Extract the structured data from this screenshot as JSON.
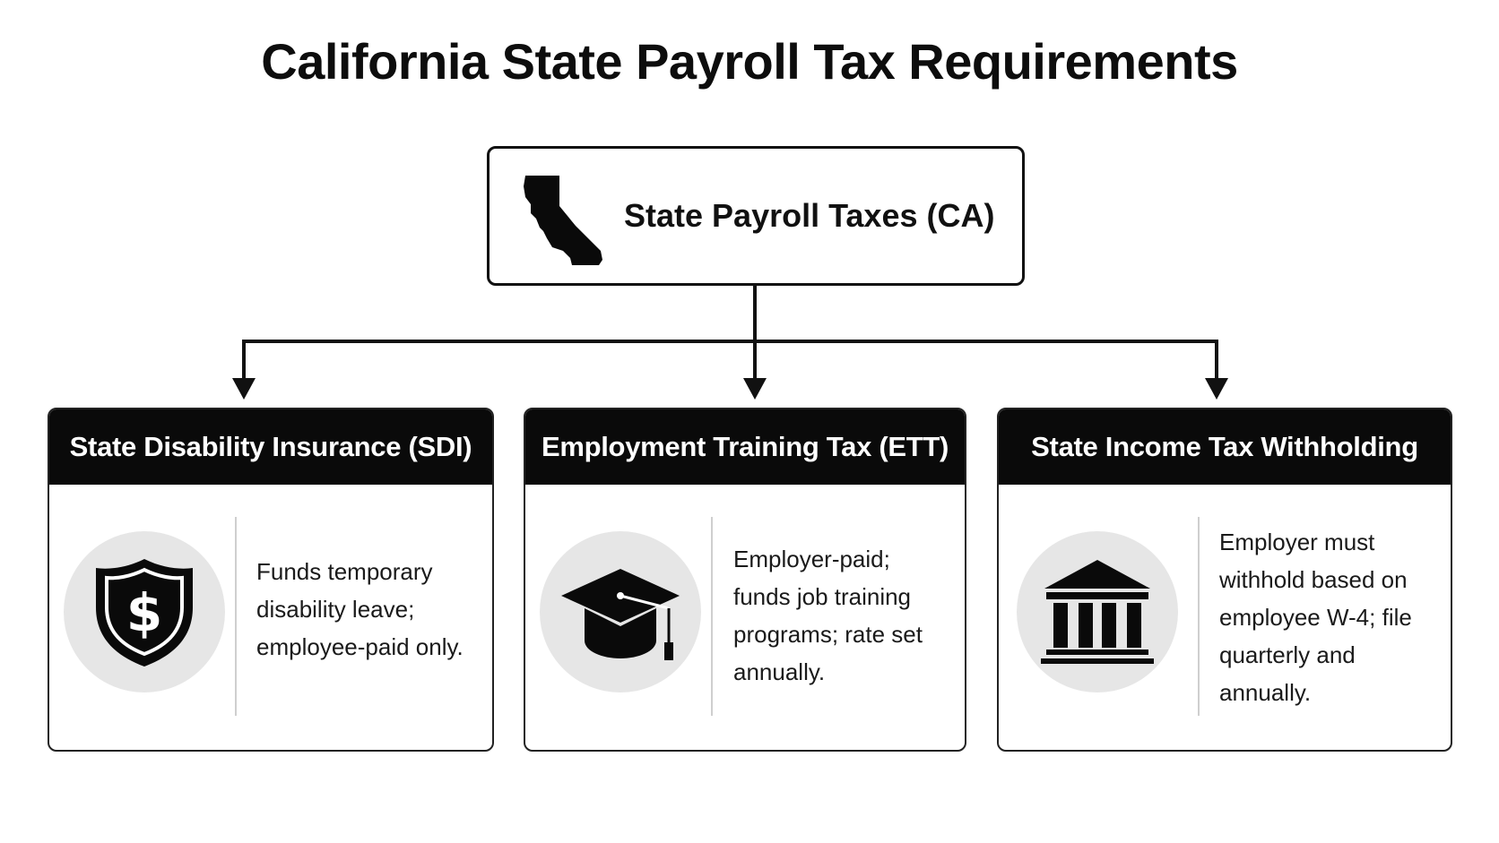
{
  "title": "California State Payroll Tax Requirements",
  "root": {
    "label": "State Payroll Taxes (CA)",
    "icon": "california-map-icon"
  },
  "cards": [
    {
      "header": "State Disability Insurance (SDI)",
      "icon": "shield-dollar-icon",
      "lines": [
        "Funds temporary",
        "disability leave;",
        "employee-paid only."
      ]
    },
    {
      "header": "Employment Training Tax (ETT)",
      "icon": "graduation-cap-icon",
      "lines": [
        "Employer-paid;",
        "funds job training",
        "programs; rate set",
        "annually."
      ]
    },
    {
      "header": "State Income Tax Withholding",
      "icon": "bank-building-icon",
      "lines": [
        "Employer must",
        "withhold based on",
        "employee W-4; file",
        "quarterly and",
        "annually."
      ]
    }
  ],
  "colors": {
    "header_bg": "#0a0a0a",
    "icon_circle": "#e6e6e6",
    "stroke": "#111111"
  }
}
